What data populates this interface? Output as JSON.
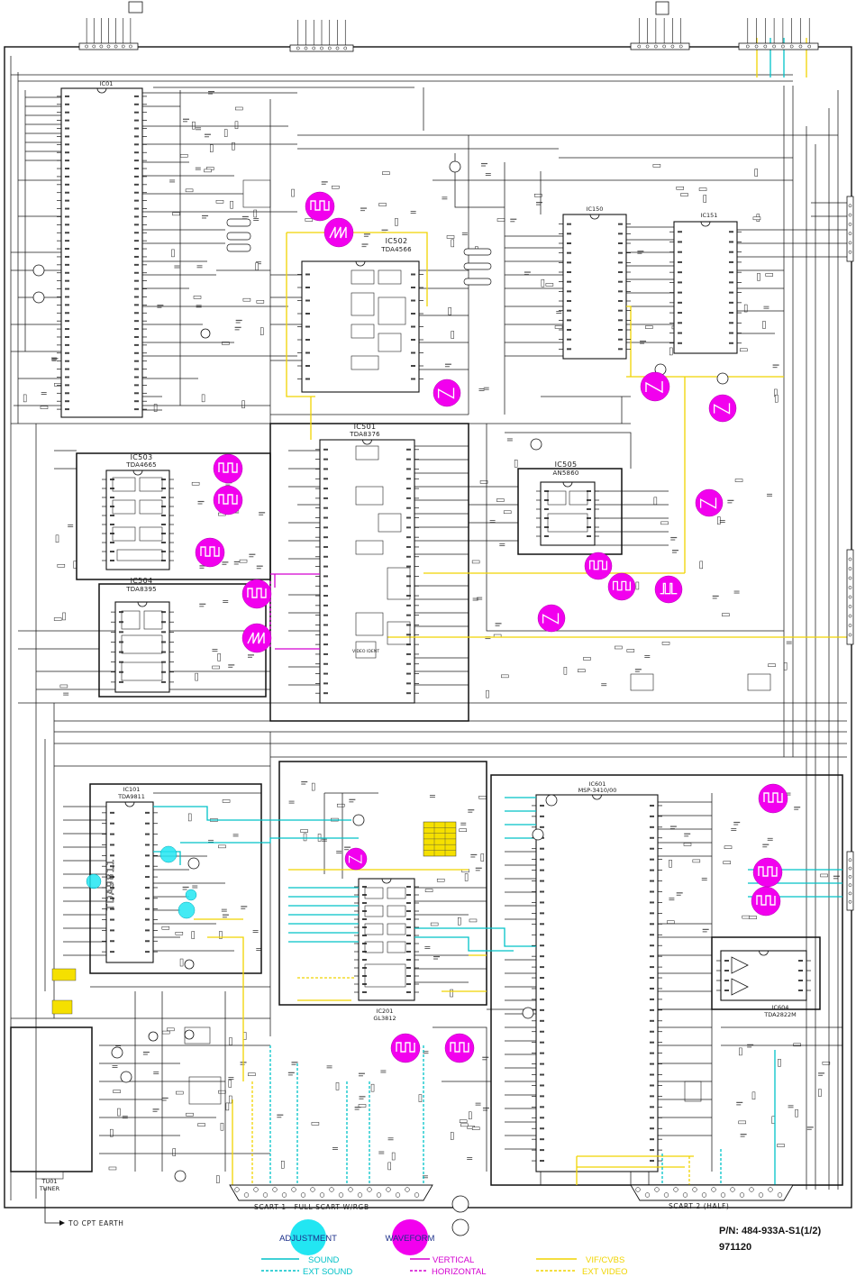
{
  "ics": {
    "ic01": {
      "ref": "IC01"
    },
    "ic502": {
      "ref": "IC502",
      "part": "TDA4566"
    },
    "ic150": {
      "ref": "IC150"
    },
    "ic151": {
      "ref": "IC151"
    },
    "ic501": {
      "ref": "IC501",
      "part": "TDA8376",
      "block_video_ident": "VIDEO IDENT"
    },
    "ic503": {
      "ref": "IC503",
      "part": "TDA4665"
    },
    "ic504": {
      "ref": "IC504",
      "part": "TDA8395"
    },
    "ic505": {
      "ref": "IC505",
      "part": "AN5860"
    },
    "ic101": {
      "ref": "IC101",
      "part": "TDA9811",
      "side_part": "TDA9811"
    },
    "ic201": {
      "ref": "IC201",
      "part": "GL3812"
    },
    "ic601": {
      "ref": "IC601",
      "part": "MSP-3410/00"
    },
    "ic604": {
      "ref": "IC604",
      "part": "TDA2822M"
    }
  },
  "tuner": {
    "ref": "TU01",
    "label": "TUNER"
  },
  "connectors": {
    "cpt_earth": "TO CPT EARTH",
    "scart1": "SCART 1   FULL SCART W/RGB",
    "scart2": "SCART 2 (HALF)"
  },
  "legend": {
    "adjustment": "ADJUSTMENT",
    "waveform": "WAVEFORM",
    "sound": "SOUND",
    "ext_sound": "EXT SOUND",
    "vertical": "VERTICAL",
    "horizontal": "HORIZONTAL",
    "vif_cvbs": "VIF/CVBS",
    "ext_video": "EXT VIDEO"
  },
  "part_number": "P/N: 484-933A-S1(1/2)",
  "date_code": "971120",
  "colors": {
    "sound": "#00c2c8",
    "vertical": "#d400d0",
    "video": "#f0d400",
    "waveform": "#f200ee",
    "adjustment": "#22e6f2",
    "wire": "#1a1a1a"
  }
}
